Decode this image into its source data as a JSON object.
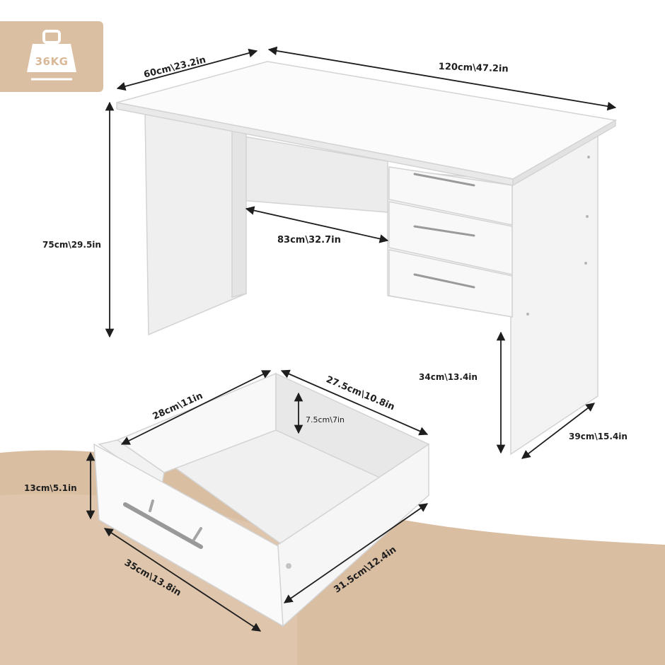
{
  "weight_badge": {
    "text": "36KG",
    "icon": "weight-icon",
    "color": "#dbbfa3"
  },
  "desk_dimensions": {
    "depth": "60cm\\23.2in",
    "width": "120cm\\47.2in",
    "height": "75cm\\29.5in",
    "knee_space_width": "83cm\\32.7in",
    "side_clearance_height": "34cm\\13.4in",
    "side_depth": "39cm\\15.4in"
  },
  "drawer_dimensions": {
    "inner_width": "28cm\\11in",
    "inner_depth": "27.5cm\\10.8in",
    "inner_height": "7.5cm\\7in",
    "outer_height": "13cm\\5.1in",
    "front_width": "35cm\\13.8in",
    "outer_depth": "31.5cm\\12.4in"
  },
  "colors": {
    "background": "#ffffff",
    "floor": "#d9bea2",
    "furniture": "#f5f5f5",
    "outline": "#d3d3d3",
    "text": "#1e1e1e"
  }
}
